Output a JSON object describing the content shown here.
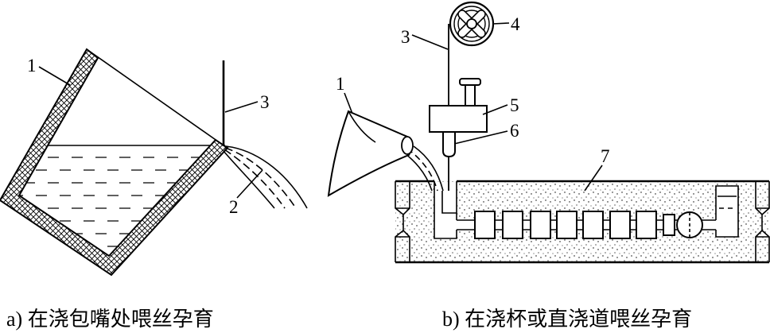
{
  "figure_a": {
    "caption": "a) 在浇包嘴处喂丝孕育",
    "callouts": {
      "ladle": "1",
      "stream": "2",
      "wire": "3"
    }
  },
  "figure_b": {
    "caption": "b) 在浇杯或直浇道喂丝孕育",
    "callouts": {
      "pouring_cup": "1",
      "wire": "3",
      "wire_reel": "4",
      "feeder": "5",
      "guide_tube": "6",
      "mold": "7"
    }
  }
}
